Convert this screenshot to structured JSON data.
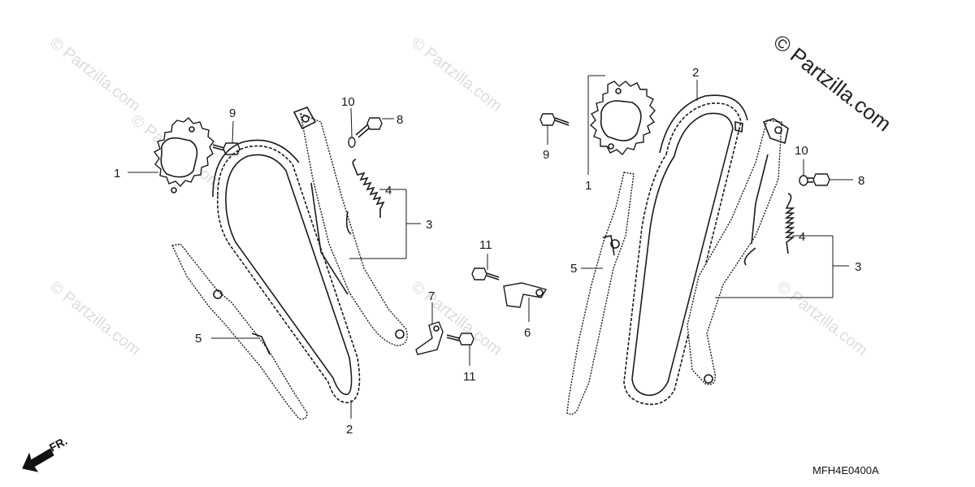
{
  "diagram": {
    "watermarks": [
      "© Partzilla.com",
      "© Partzilla.com",
      "© Partzilla.com",
      "© Partzilla.com",
      "© Partzilla.com",
      "© Partzilla.com"
    ],
    "watermark_main": "© Partzilla.com",
    "drawing_code": "MFH4E0400A",
    "front_label": "FR.",
    "callouts_left": [
      "1",
      "2",
      "3",
      "4",
      "5",
      "8",
      "9",
      "10"
    ],
    "callouts_center": [
      "6",
      "7",
      "11",
      "11"
    ],
    "callouts_right": [
      "1",
      "2",
      "3",
      "4",
      "5",
      "8",
      "9",
      "10"
    ]
  }
}
